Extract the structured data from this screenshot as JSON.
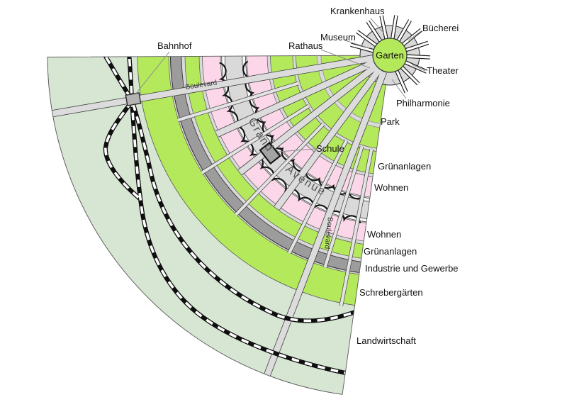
{
  "map": {
    "title_hint": "garden-city schematic sector map",
    "hub": {
      "garten": "Garten"
    },
    "hub_buildings": {
      "krankenhaus": "Krankenhaus",
      "buecherei": "Bücherei",
      "museum": "Museum",
      "rathaus": "Rathaus",
      "theater": "Theater",
      "philharmonie": "Philharmonie"
    },
    "streets": {
      "grand": "Grand",
      "avenue": "Avenue",
      "boulevard_top": "Boulevard",
      "boulevard_right": "Boulevard"
    },
    "places": {
      "park": "Park",
      "bahnhof": "Bahnhof",
      "schule": "Schule"
    },
    "rings": [
      {
        "label": "Grünanlagen"
      },
      {
        "label": "Wohnen"
      },
      {
        "label": "Wohnen"
      },
      {
        "label": "Grünanlagen"
      },
      {
        "label": "Industrie und Gewerbe"
      },
      {
        "label": "Schrebergärten"
      },
      {
        "label": "Landwirtschaft"
      }
    ],
    "palette": {
      "bright_green": "#b5e95c",
      "pale_green": "#d7e6d3",
      "pink": "#fbd7e9",
      "road_gray": "#d9d9d9",
      "industry_gray": "#9c9c9c",
      "rail_black": "#0f0f0f",
      "white_road": "#f8f8f8"
    }
  }
}
